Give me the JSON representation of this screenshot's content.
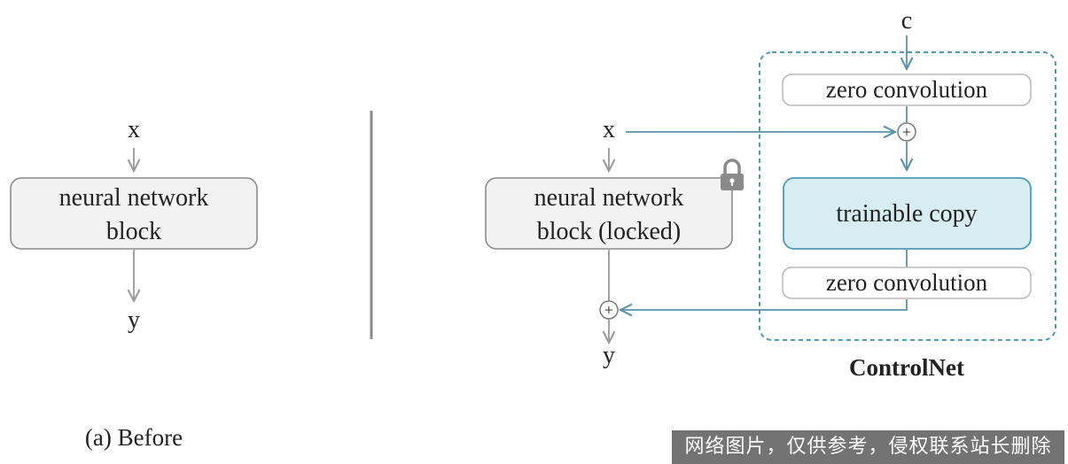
{
  "left": {
    "input": "x",
    "block_line1": "neural network",
    "block_line2": "block",
    "output": "y",
    "caption": "(a) Before"
  },
  "right": {
    "input": "x",
    "block_line1": "neural network",
    "block_line2": "block (locked)",
    "output": "y",
    "condition": "c",
    "zero_conv_top": "zero convolution",
    "trainable": "trainable copy",
    "zero_conv_bottom": "zero convolution",
    "group_label": "ControlNet",
    "plus": "+",
    "lock_icon": "lock-icon"
  },
  "colors": {
    "arrow_gray": "#9a9a9a",
    "arrow_teal": "#5a93a8",
    "block_fill": "#f2f2f2",
    "block_stroke": "#8c8c8c",
    "trainable_fill": "#d6edf2",
    "trainable_stroke": "#4e9bb6",
    "dashed_stroke": "#4e9bb6",
    "divider": "#8a8a8a"
  },
  "watermark": "网络图片，仅供参考，侵权联系站长删除"
}
